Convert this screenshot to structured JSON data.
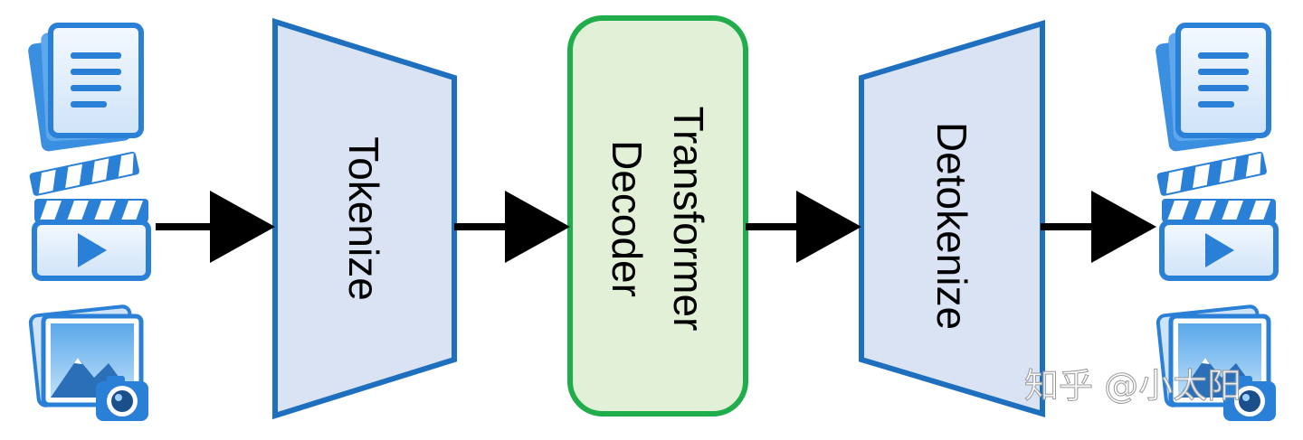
{
  "stages": {
    "tokenize": {
      "label": "Tokenize"
    },
    "decoder": {
      "line1": "Transformer",
      "line2": "Decoder"
    },
    "detokenize": {
      "label": "Detokenize"
    }
  },
  "inputs": [
    {
      "icon": "document-icon"
    },
    {
      "icon": "video-clapperboard-icon"
    },
    {
      "icon": "image-camera-icon"
    }
  ],
  "outputs": [
    {
      "icon": "document-icon"
    },
    {
      "icon": "video-clapperboard-icon"
    },
    {
      "icon": "image-camera-icon"
    }
  ],
  "watermark": "知乎 @小太阳",
  "colors": {
    "trapezoid_fill": "#d9e3f3",
    "trapezoid_stroke": "#1f6fbf",
    "decoder_fill": "#e3f0d8",
    "decoder_stroke": "#1fae4b",
    "arrow": "#000000",
    "icon_blue": "#2a7fd6",
    "icon_light": "#e8f2fc"
  }
}
